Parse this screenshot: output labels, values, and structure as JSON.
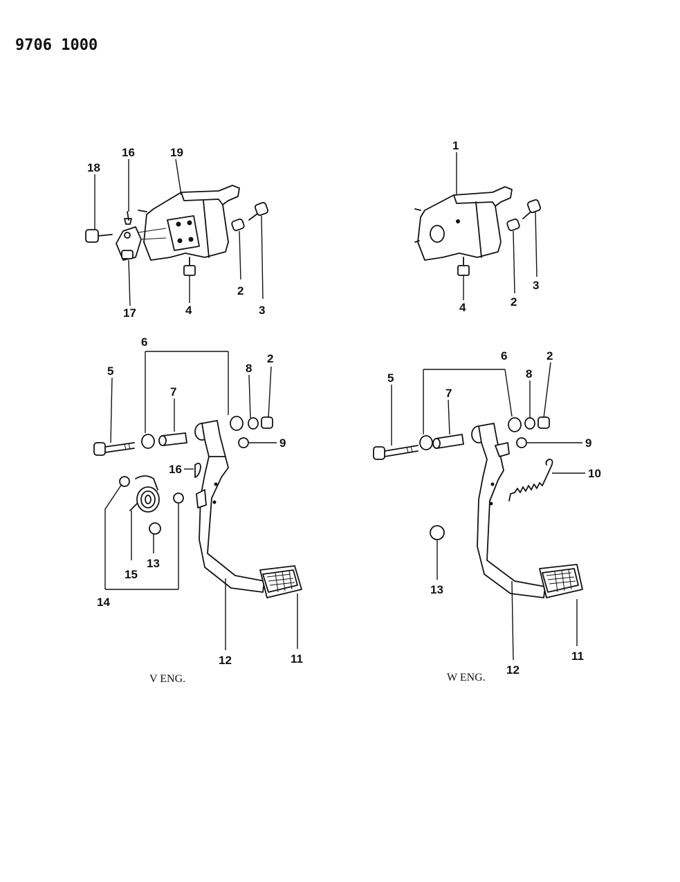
{
  "document": {
    "id": "9706 1000"
  },
  "left_assembly": {
    "caption": "V ENG.",
    "callouts": {
      "c18": "18",
      "c16a": "16",
      "c19": "19",
      "c2a": "2",
      "c3": "3",
      "c17": "17",
      "c4": "4",
      "c6": "6",
      "c5": "5",
      "c7": "7",
      "c8": "8",
      "c2b": "2",
      "c9": "9",
      "c16b": "16",
      "c15": "15",
      "c13": "13",
      "c14": "14",
      "c12": "12",
      "c11": "11"
    }
  },
  "right_assembly": {
    "caption": "W ENG.",
    "callouts": {
      "c1": "1",
      "c2a": "2",
      "c3": "3",
      "c4": "4",
      "c6": "6",
      "c5": "5",
      "c7": "7",
      "c8": "8",
      "c2b": "2",
      "c9": "9",
      "c10": "10",
      "c13": "13",
      "c12": "12",
      "c11": "11"
    }
  }
}
